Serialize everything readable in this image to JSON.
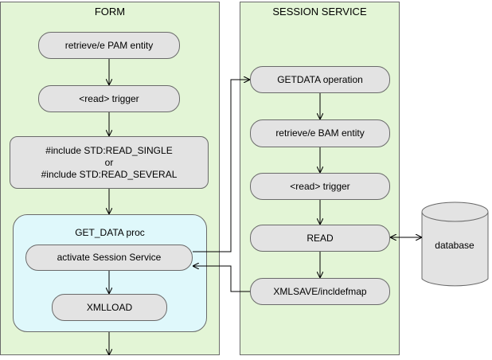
{
  "lanes": {
    "form": {
      "title": "FORM"
    },
    "session_service": {
      "title": "SESSION SERVICE"
    }
  },
  "form_nodes": {
    "retrieve_pam": "retrieve/e PAM entity",
    "read_trigger": "<read> trigger",
    "include": {
      "line1": "#include STD:READ_SINGLE",
      "line2": "or",
      "line3": "#include STD:READ_SEVERAL"
    },
    "get_data_proc": {
      "title": "GET_DATA proc",
      "activate": "activate Session Service",
      "xmlload": "XMLLOAD"
    }
  },
  "service_nodes": {
    "getdata": "GETDATA operation",
    "retrieve_bam": "retrieve/e BAM entity",
    "read_trigger": "<read> trigger",
    "read": "READ",
    "xmlsave": "XMLSAVE/incldefmap"
  },
  "database": {
    "label": "database"
  },
  "colors": {
    "lane_fill": "#e3f5d6",
    "proc_fill": "#dff8fb",
    "node_fill": "#e3e3e3",
    "border": "#6a6a6a"
  }
}
